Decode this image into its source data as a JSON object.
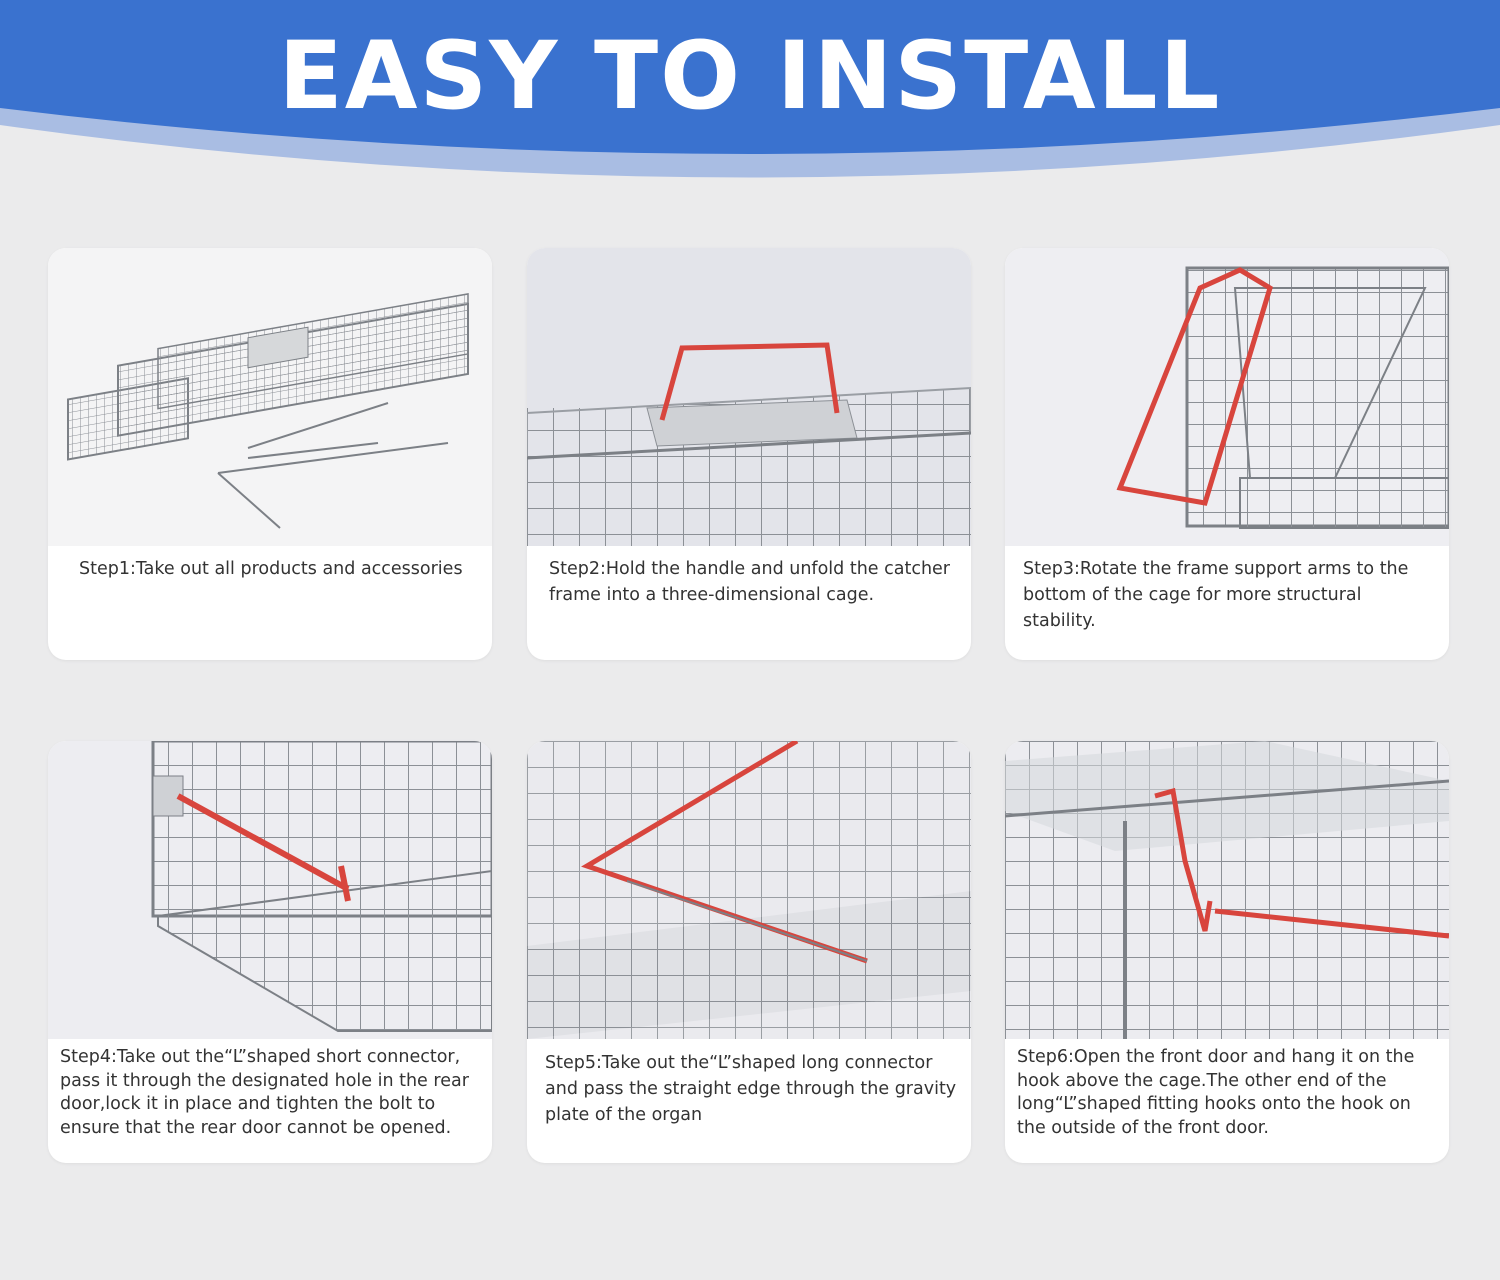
{
  "banner": {
    "title": "EASY TO INSTALL",
    "background_color": "#3a72cf",
    "wave_color": "#a9bde3"
  },
  "colors": {
    "page_background": "#ebebec",
    "card_background": "#ffffff",
    "wire": "#8c9096",
    "red_connector": "#d8453d"
  },
  "steps": [
    {
      "text": "Step1:Take out all products and accessories",
      "image_icon": "flat-packed-cage-with-accessories"
    },
    {
      "text": "Step2:Hold the handle and unfold the catcher frame into a three-dimensional cage.",
      "image_icon": "cage-handle-red"
    },
    {
      "text": "Step3:Rotate the frame support arms to the bottom of the cage for more structural stability.",
      "image_icon": "cage-support-arm-red"
    },
    {
      "text": "Step4:Take out the“L”shaped short connector, pass it through the designated hole in the rear door,lock it in place and tighten the bolt to ensure  that the rear door cannot be opened.",
      "image_icon": "rear-door-short-connector-red"
    },
    {
      "text": "Step5:Take out the“L”shaped long connector and pass the straight edge through the gravity plate of the organ",
      "image_icon": "gravity-plate-long-connector-red"
    },
    {
      "text": "Step6:Open the front door and hang it on the hook above the cage.The other end of the long“L”shaped fitting hooks onto the hook on the outside of the front door.",
      "image_icon": "front-door-hook-red"
    }
  ]
}
